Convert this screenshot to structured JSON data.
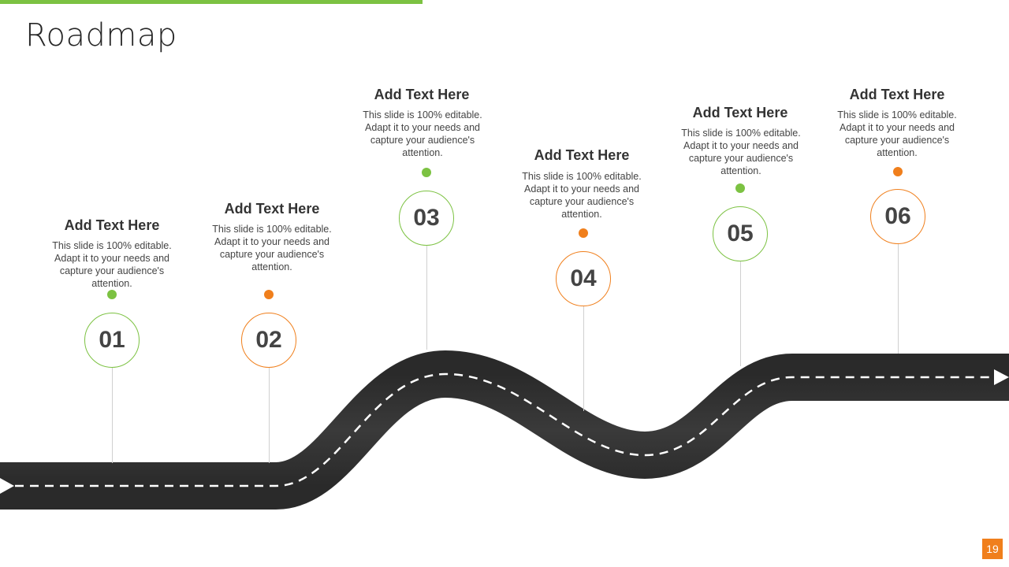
{
  "slide": {
    "title": "Roadmap",
    "page_number": "19",
    "accent_green": "#7cc242",
    "accent_orange": "#f07f1c"
  },
  "milestones": [
    {
      "number": "01",
      "heading": "Add Text Here",
      "body": "This slide is 100% editable. Adapt it to your needs and capture your audience's attention.",
      "color": "#7cc242"
    },
    {
      "number": "02",
      "heading": "Add Text Here",
      "body": "This slide is 100% editable. Adapt it to your needs and capture your audience's attention.",
      "color": "#f07f1c"
    },
    {
      "number": "03",
      "heading": "Add Text Here",
      "body": "This slide is 100% editable. Adapt it to your needs and capture your audience's attention.",
      "color": "#7cc242"
    },
    {
      "number": "04",
      "heading": "Add Text Here",
      "body": "This slide is 100% editable. Adapt it to your needs and capture your audience's attention.",
      "color": "#f07f1c"
    },
    {
      "number": "05",
      "heading": "Add Text Here",
      "body": "This slide is 100% editable. Adapt it to your needs and capture your audience's attention.",
      "color": "#7cc242"
    },
    {
      "number": "06",
      "heading": "Add Text Here",
      "body": "This slide is 100% editable. Adapt it to your needs and capture your audience's attention.",
      "color": "#f07f1c"
    }
  ]
}
